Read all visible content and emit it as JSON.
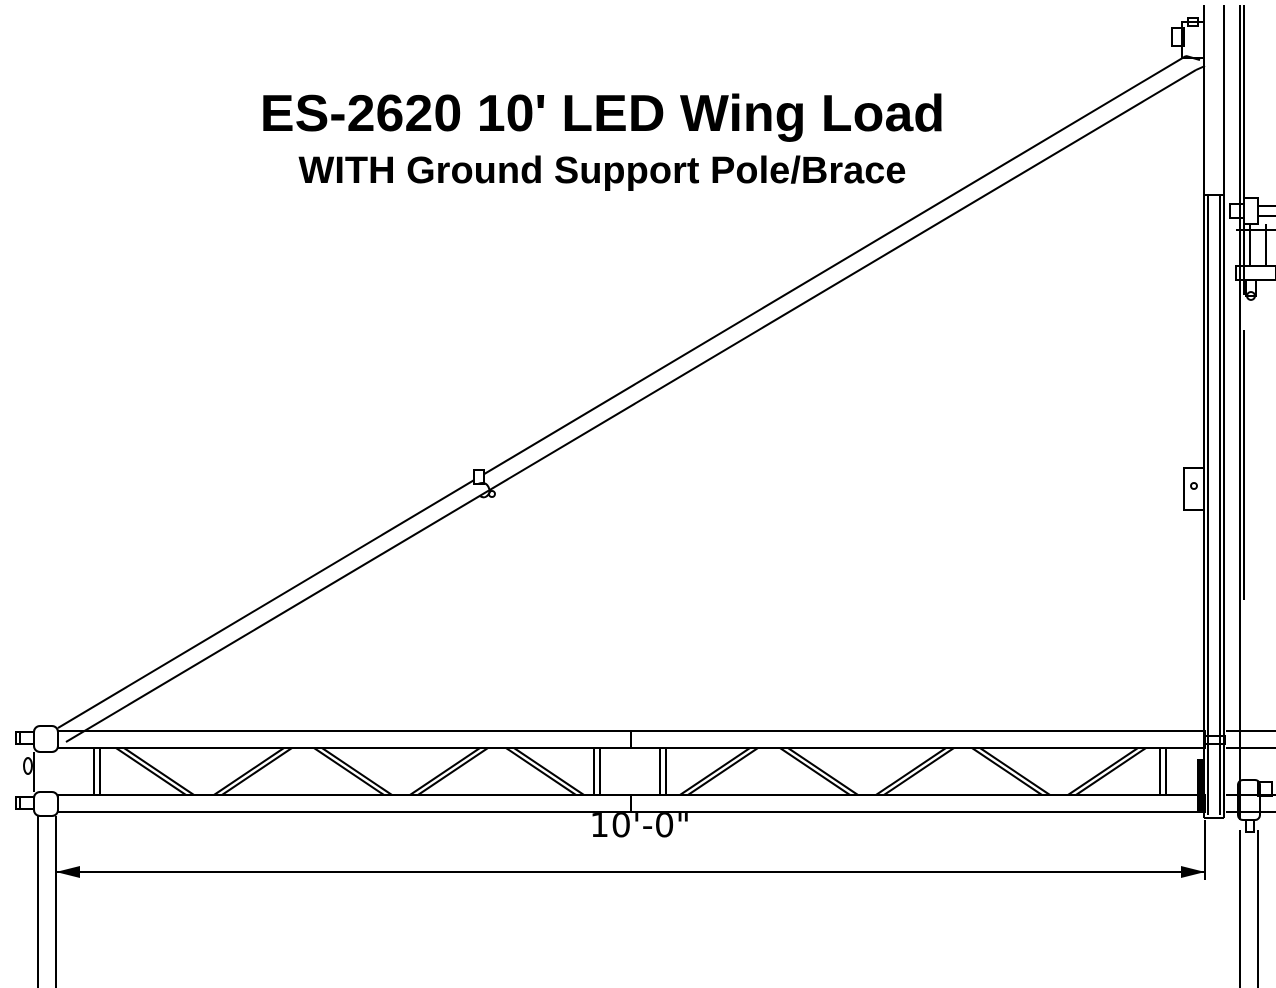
{
  "title": "ES-2620 10' LED Wing Load",
  "subtitle": "WITH Ground Support Pole/Brace",
  "dimension": {
    "label": "10'-0\""
  },
  "colors": {
    "line": "#000000",
    "background": "#ffffff"
  },
  "icons": [
    "clamp-icon",
    "arrowhead-icon"
  ]
}
